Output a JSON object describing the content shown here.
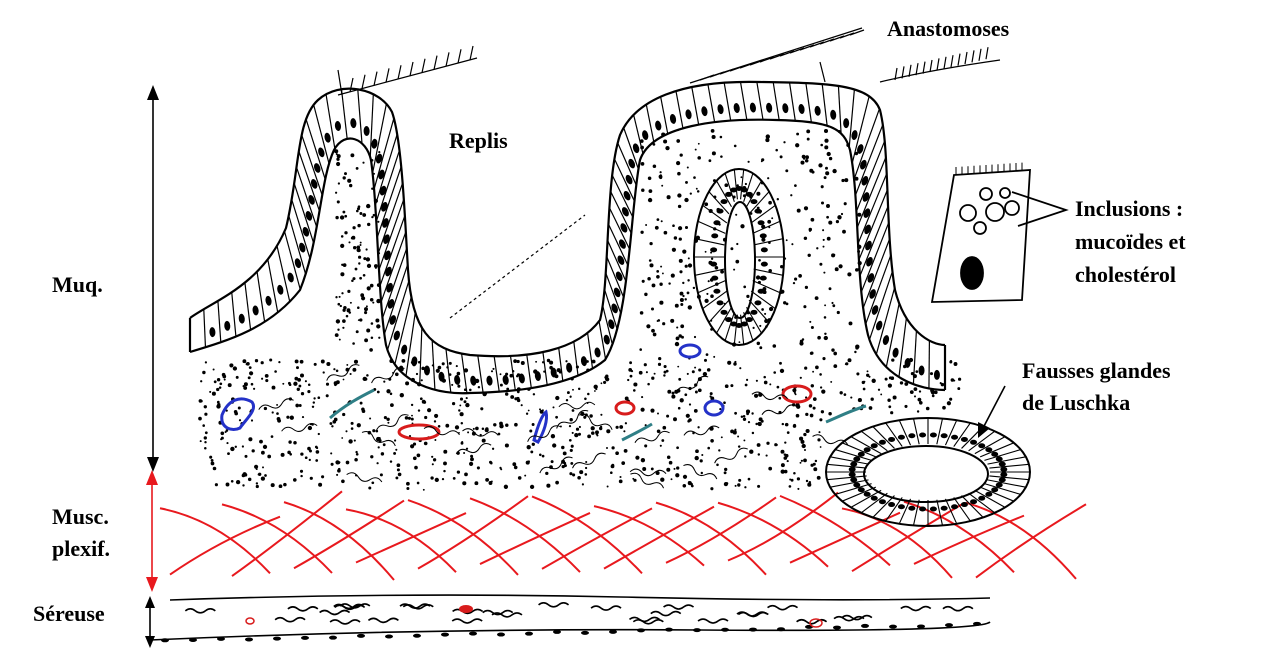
{
  "labels": {
    "anastomoses": "Anastomoses",
    "replis": "Replis",
    "muq": "Muq.",
    "inclusions_line1": "Inclusions :",
    "inclusions_line2": "mucoïdes et",
    "inclusions_line3": "cholestérol",
    "fausses_line1": "Fausses glandes",
    "fausses_line2": "de Luschka",
    "musc_line1": "Musc.",
    "musc_line2": "plexif.",
    "sereuse": "Séreuse"
  },
  "colors": {
    "ink": "#000000",
    "muscle": "#e8191e",
    "vessel_blue": "#2432c8",
    "vessel_red": "#d81c1c",
    "vessel_teal": "#2f7f86"
  }
}
